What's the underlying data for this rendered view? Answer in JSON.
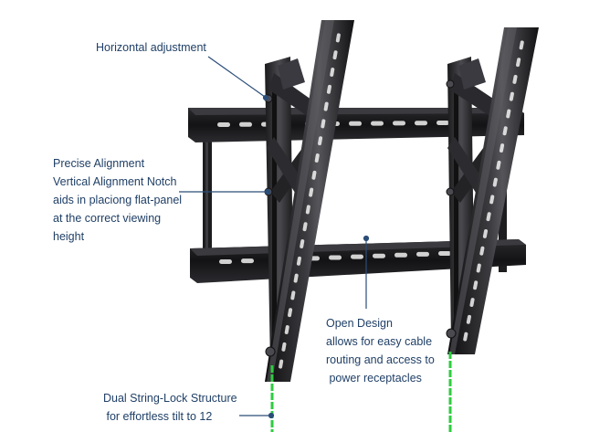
{
  "callouts": {
    "horizontal": {
      "lines": [
        "Horizontal adjustment"
      ]
    },
    "alignment": {
      "lines": [
        "Precise Alignment",
        "Vertical Alignment Notch",
        "aids in placiong flat-panel",
        "at the correct viewing",
        "height"
      ]
    },
    "open_design": {
      "lines": [
        "Open Design",
        "allows for easy cable",
        "routing and access to",
        " power receptacles"
      ]
    },
    "string_lock": {
      "lines": [
        "Dual String-Lock Structure",
        " for effortless tilt to 12"
      ]
    }
  },
  "colors": {
    "callout_text": "#1f3f66",
    "leader_line": "#2b4d78",
    "mount_metal": "#1c1c1e",
    "mount_highlight": "#5a5a5e",
    "string": "#2ecc40"
  }
}
